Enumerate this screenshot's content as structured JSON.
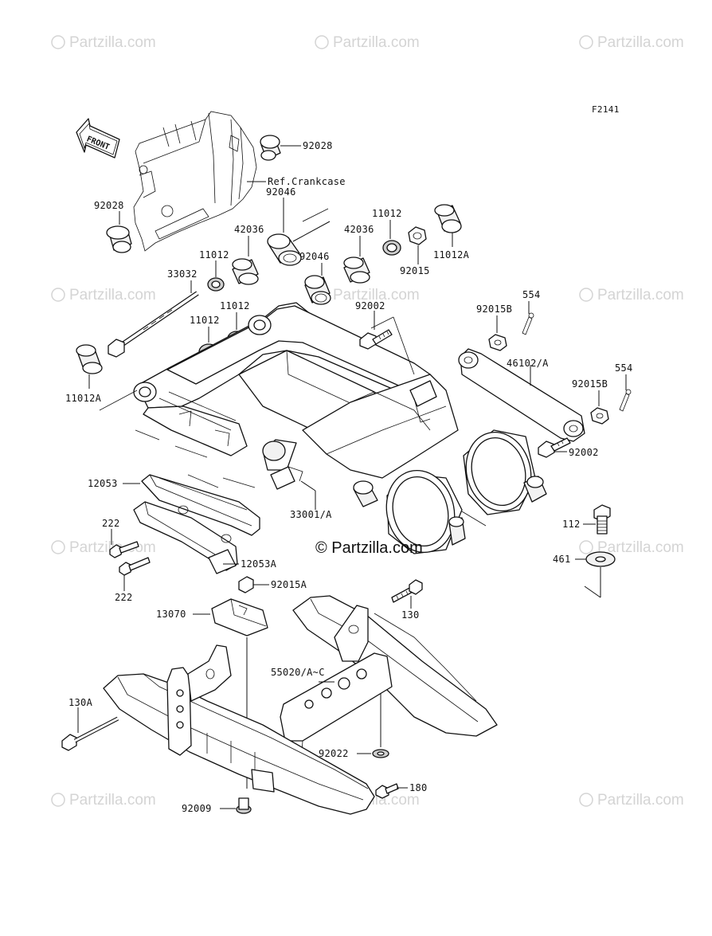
{
  "diagram_code": "F2141",
  "front_label": "FRONT",
  "ref_label": "Ref.Crankcase",
  "watermark_text": "Partzilla.com",
  "watermark_center": "© Partzilla.com",
  "parts": [
    {
      "id": "p92028a",
      "text": "92028"
    },
    {
      "id": "p92028b",
      "text": "92028"
    },
    {
      "id": "p92046a",
      "text": "92046"
    },
    {
      "id": "p11012a",
      "text": "11012"
    },
    {
      "id": "p42036a",
      "text": "42036"
    },
    {
      "id": "p42036b",
      "text": "42036"
    },
    {
      "id": "p11012A1",
      "text": "11012A"
    },
    {
      "id": "p11012b",
      "text": "11012"
    },
    {
      "id": "p92046b",
      "text": "92046"
    },
    {
      "id": "p92015",
      "text": "92015"
    },
    {
      "id": "p33032",
      "text": "33032"
    },
    {
      "id": "p11012c",
      "text": "11012"
    },
    {
      "id": "p92002a",
      "text": "92002"
    },
    {
      "id": "p554a",
      "text": "554"
    },
    {
      "id": "p92015Ba",
      "text": "92015B"
    },
    {
      "id": "p11012d",
      "text": "11012"
    },
    {
      "id": "p46102",
      "text": "46102/A"
    },
    {
      "id": "p554b",
      "text": "554"
    },
    {
      "id": "p11012A2",
      "text": "11012A"
    },
    {
      "id": "p92015Bb",
      "text": "92015B"
    },
    {
      "id": "p92002b",
      "text": "92002"
    },
    {
      "id": "p12053",
      "text": "12053"
    },
    {
      "id": "p33001",
      "text": "33001/A"
    },
    {
      "id": "p222a",
      "text": "222"
    },
    {
      "id": "p112",
      "text": "112"
    },
    {
      "id": "p12053A",
      "text": "12053A"
    },
    {
      "id": "p461",
      "text": "461"
    },
    {
      "id": "p222b",
      "text": "222"
    },
    {
      "id": "p92015A",
      "text": "92015A"
    },
    {
      "id": "p13070",
      "text": "13070"
    },
    {
      "id": "p130",
      "text": "130"
    },
    {
      "id": "p55020",
      "text": "55020/A~C"
    },
    {
      "id": "p130A",
      "text": "130A"
    },
    {
      "id": "p92022",
      "text": "92022"
    },
    {
      "id": "p180",
      "text": "180"
    },
    {
      "id": "p92009",
      "text": "92009"
    }
  ]
}
